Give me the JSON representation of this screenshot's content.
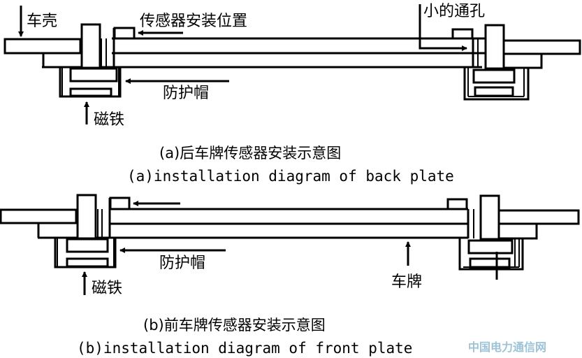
{
  "figure": {
    "panel_a": {
      "labels": {
        "car_shell": "车壳",
        "sensor_position": "传感器安装位置",
        "small_through_hole": "小的通孔",
        "protective_cap": "防护帽",
        "magnet": "磁铁"
      },
      "caption_cn": "(a)后车牌传感器安装示意图",
      "caption_en": "(a)installation diagram of back plate"
    },
    "panel_b": {
      "labels": {
        "protective_cap": "防护帽",
        "magnet": "磁铁",
        "license_plate": "车牌"
      },
      "caption_cn": "(b)前车牌传感器安装示意图",
      "caption_en": "(b)installation diagram of front plate"
    },
    "watermark": "中国电力通信网",
    "colors": {
      "line": "#000000",
      "background": "#ffffff",
      "watermark": "#9cc3d6"
    }
  }
}
